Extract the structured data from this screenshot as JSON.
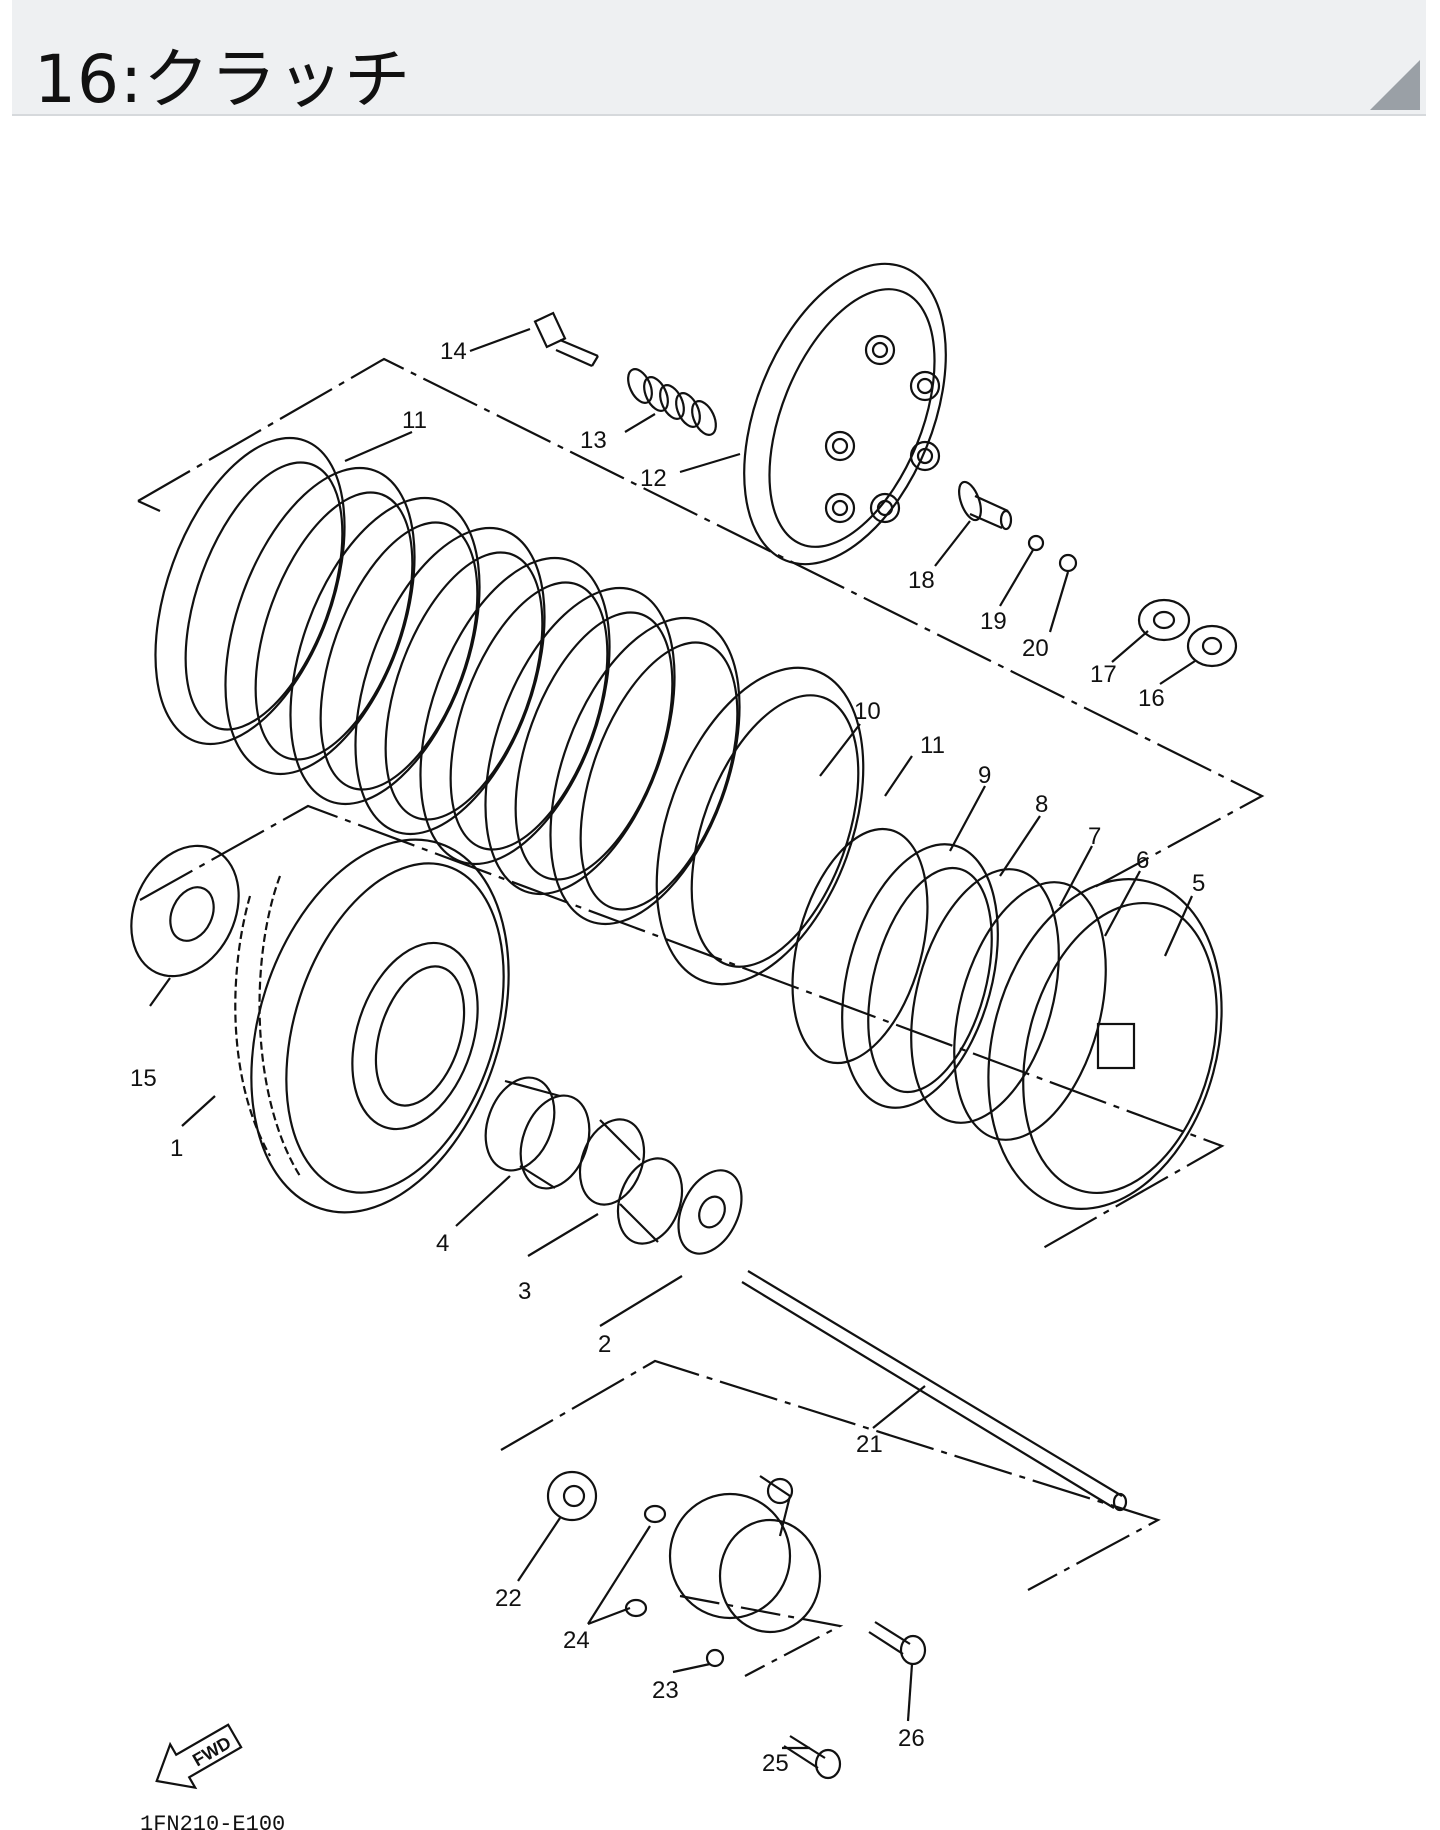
{
  "header": {
    "title": "16:クラッチ"
  },
  "diagram": {
    "callouts": [
      {
        "n": "1"
      },
      {
        "n": "2"
      },
      {
        "n": "3"
      },
      {
        "n": "4"
      },
      {
        "n": "5"
      },
      {
        "n": "6"
      },
      {
        "n": "7"
      },
      {
        "n": "8"
      },
      {
        "n": "9"
      },
      {
        "n": "10"
      },
      {
        "n": "11"
      },
      {
        "n": "11"
      },
      {
        "n": "12"
      },
      {
        "n": "13"
      },
      {
        "n": "14"
      },
      {
        "n": "15"
      },
      {
        "n": "16"
      },
      {
        "n": "17"
      },
      {
        "n": "18"
      },
      {
        "n": "19"
      },
      {
        "n": "20"
      },
      {
        "n": "21"
      },
      {
        "n": "22"
      },
      {
        "n": "23"
      },
      {
        "n": "24"
      },
      {
        "n": "25"
      },
      {
        "n": "26"
      }
    ],
    "fwd_label": "FWD",
    "code": "1FN210-E100"
  }
}
